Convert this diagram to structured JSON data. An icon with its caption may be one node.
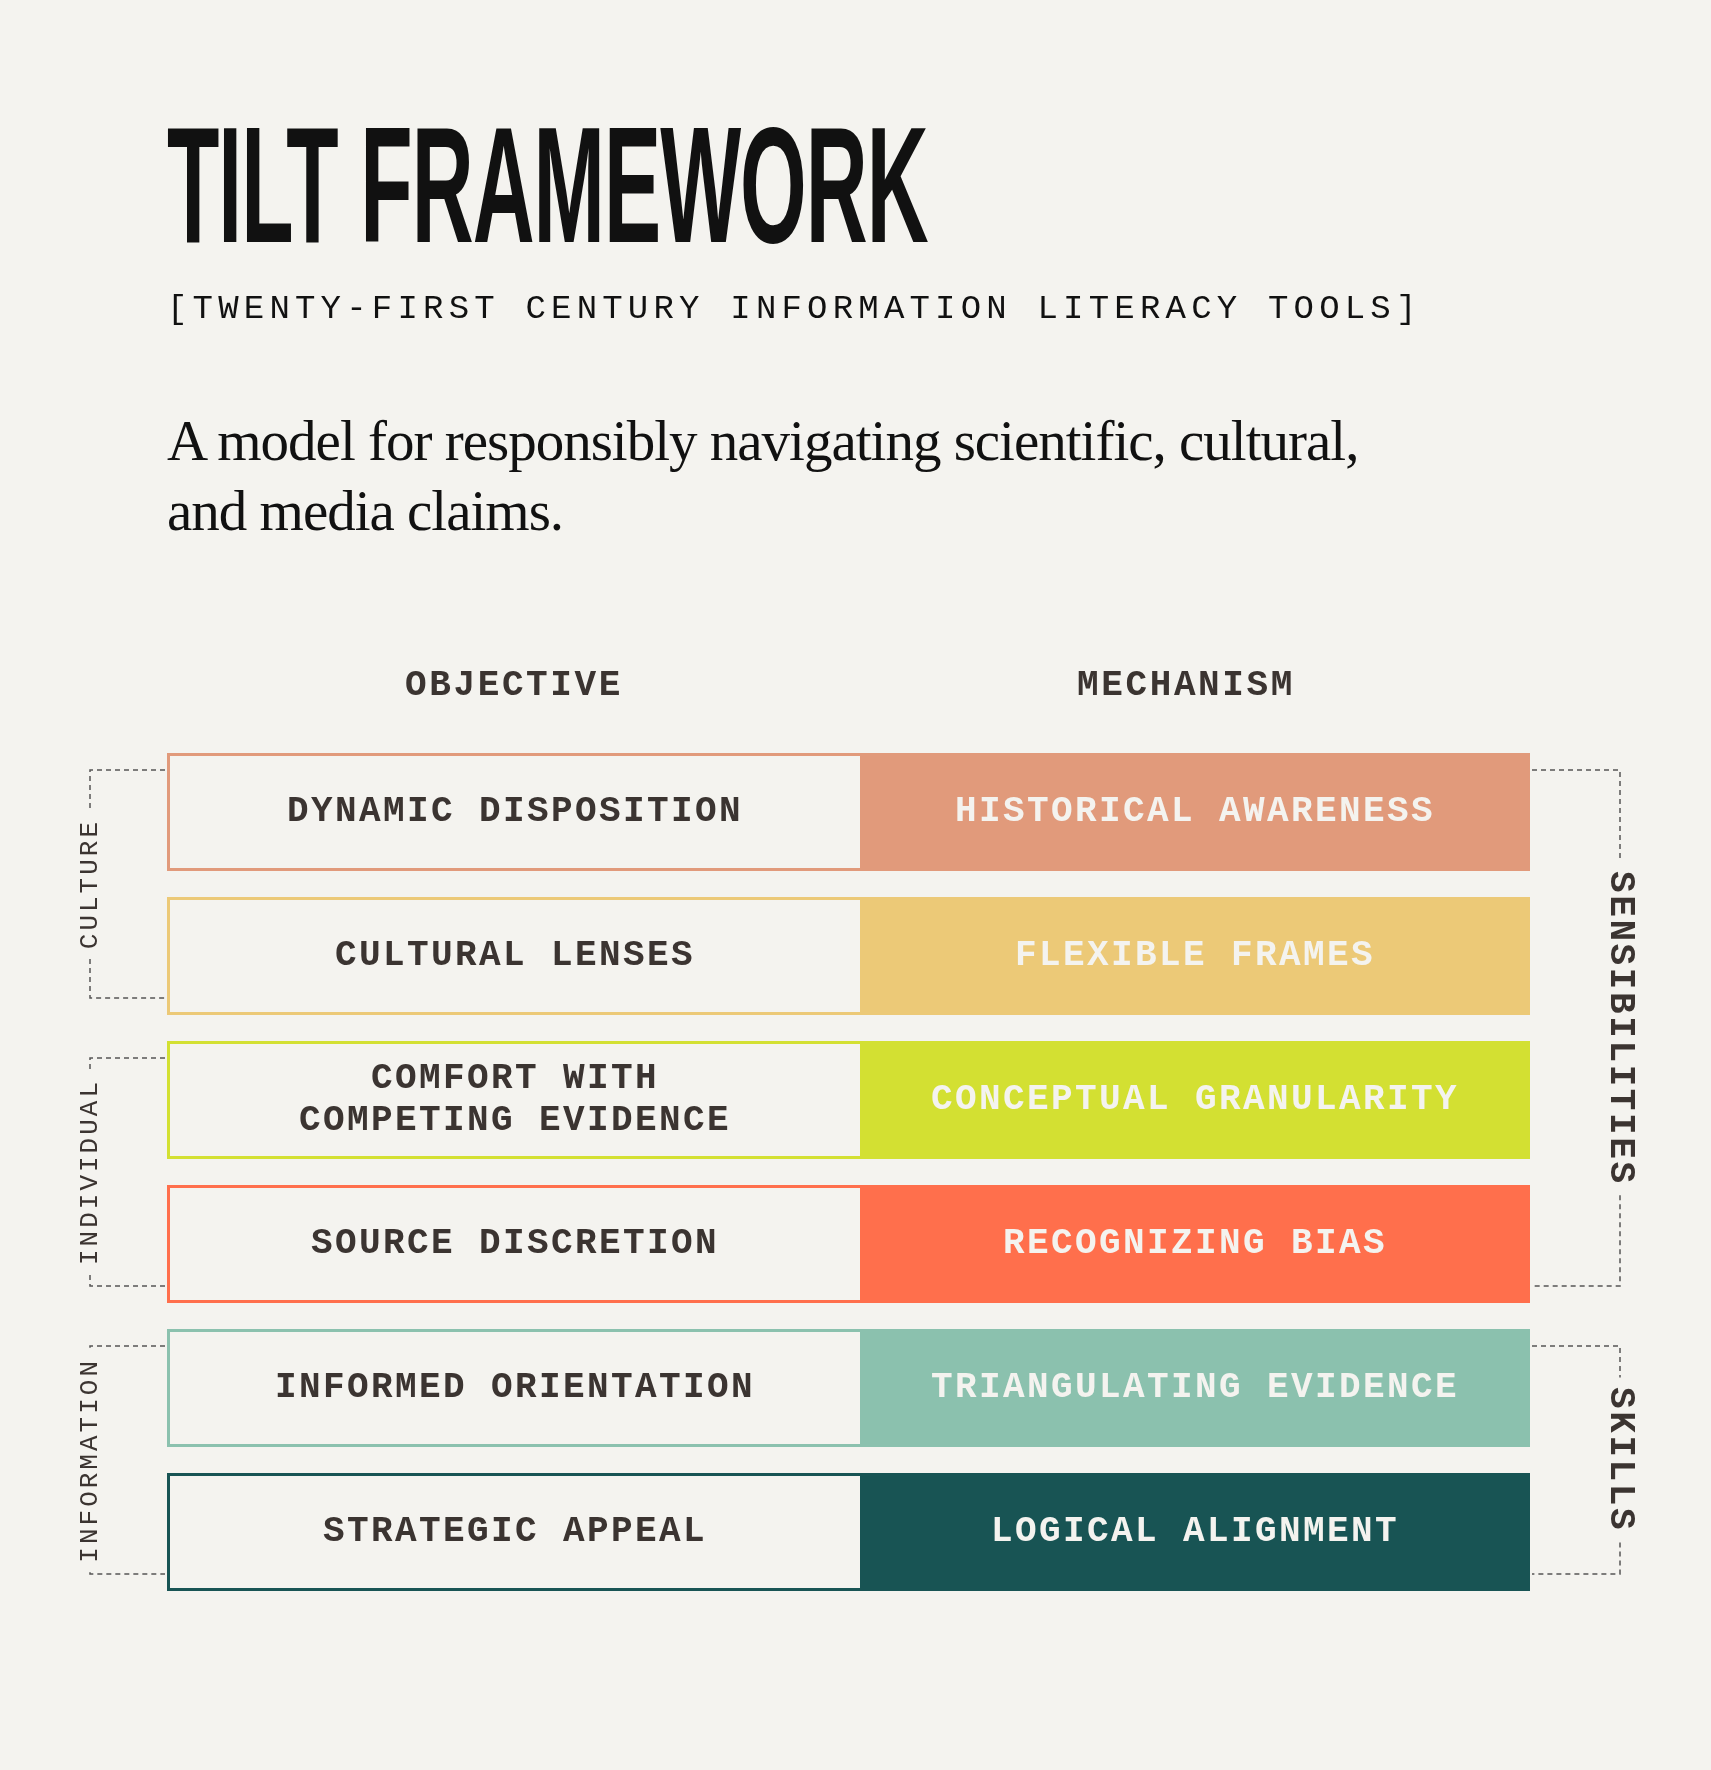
{
  "diagram": {
    "title": "TILT FRAMEWORK",
    "nodes": [
      {
        "text": [
          "DYNAMIC DISPOSITION"
        ]
      },
      {
        "text": [
          "HISTORICAL AWARENESS"
        ]
      },
      {
        "text": [
          "CULTURAL LENSES"
        ]
      },
      {
        "text": [
          "FLEXIBLE FRAMES"
        ]
      },
      {
        "text": [
          "COMFORT WITH COMPETING EVIDENCE"
        ]
      },
      {
        "text": [
          "CONCEPTUAL GRANULARITY"
        ]
      },
      {
        "text": [
          "SOURCE DISCRETION"
        ]
      },
      {
        "text": [
          "RECOGNIZING BIAS"
        ]
      },
      {
        "text": [
          "INFORMED ORIENTATION"
        ]
      },
      {
        "text": [
          "TRIANGULATING EVIDENCE"
        ]
      },
      {
        "text": [
          "STRATEGIC APPEAL"
        ]
      },
      {
        "text": [
          "LOGICAL ALIGNMENT"
        ]
      }
    ],
    "edges": [],
    "labels": [
      "[TWENTY-FIRST CENTURY INFORMATION LITERACY TOOLS]",
      "A model for responsibly navigating scientific, cultural, and media claims.",
      "OBJECTIVE",
      "MECHANISM",
      "CULTURE",
      "SENSIBILITIES",
      "INDIVIDUAL",
      "INFORMATION",
      "SKILLS"
    ]
  }
}
